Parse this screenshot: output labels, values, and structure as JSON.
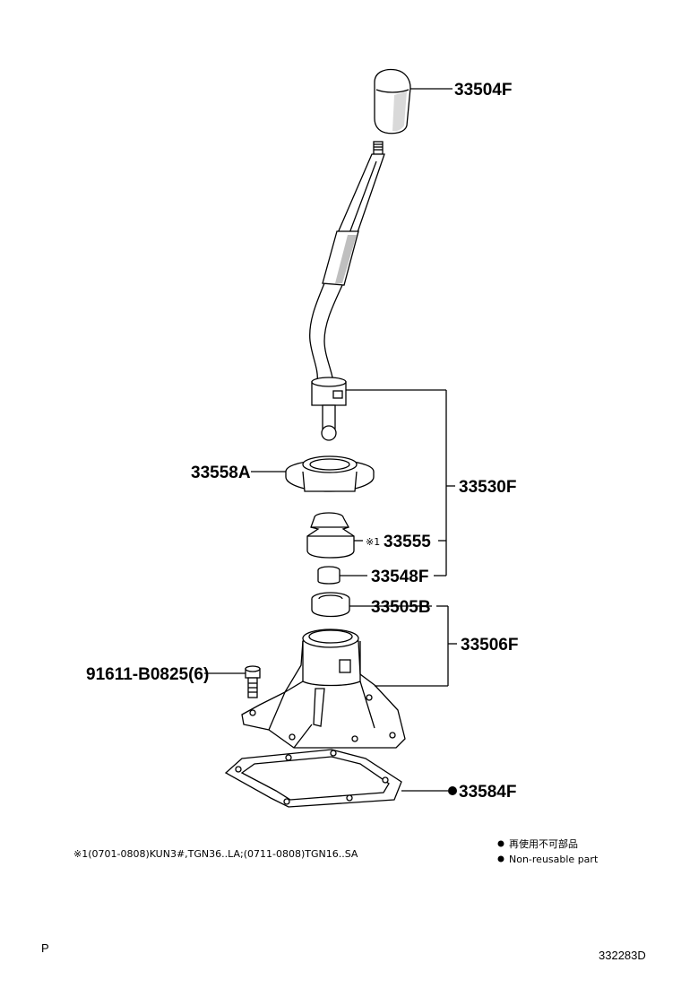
{
  "diagram": {
    "part_labels": {
      "knob": "33504F",
      "retainer": "33558A",
      "lever_assy": "33530F",
      "boot": "33555",
      "boot_mark": "※1",
      "bushing": "33548F",
      "seat": "33505B",
      "housing": "33506F",
      "bolt": "91611-B0825(6)",
      "gasket": "33584F"
    },
    "footnote": "※1(0701-0808)KUN3#,TGN36..LA;(0711-0808)TGN16..SA",
    "legend": {
      "jp": "再使用不可部品",
      "en": "Non-reusable part"
    },
    "corner_left": "P",
    "corner_right": "332283D"
  }
}
